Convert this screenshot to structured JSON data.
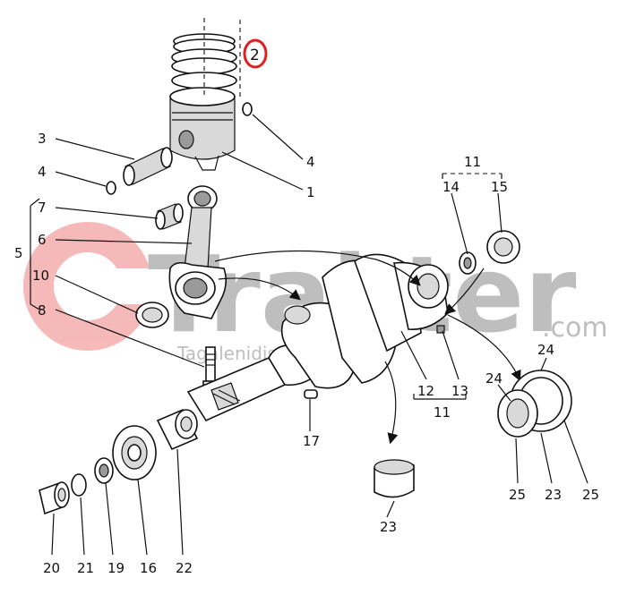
{
  "watermark": {
    "brand": "Trakter",
    "domain": ".com",
    "sub": "Tagalenidis",
    "color": "#f08080"
  },
  "callout_2": "2",
  "labels": {
    "l1": "1",
    "l3": "3",
    "l4a": "4",
    "l4b": "4",
    "l5": "5",
    "l6": "6",
    "l7": "7",
    "l8": "8",
    "l10": "10",
    "l11a": "11",
    "l11b": "11",
    "l12": "12",
    "l13": "13",
    "l14": "14",
    "l15": "15",
    "l16": "16",
    "l17": "17",
    "l19": "19",
    "l20": "20",
    "l21": "21",
    "l22": "22",
    "l23a": "23",
    "l23b": "23",
    "l24a": "24",
    "l24b": "24",
    "l25a": "25",
    "l25b": "25"
  },
  "colors": {
    "callout": "#e02020",
    "ink": "#111111"
  }
}
